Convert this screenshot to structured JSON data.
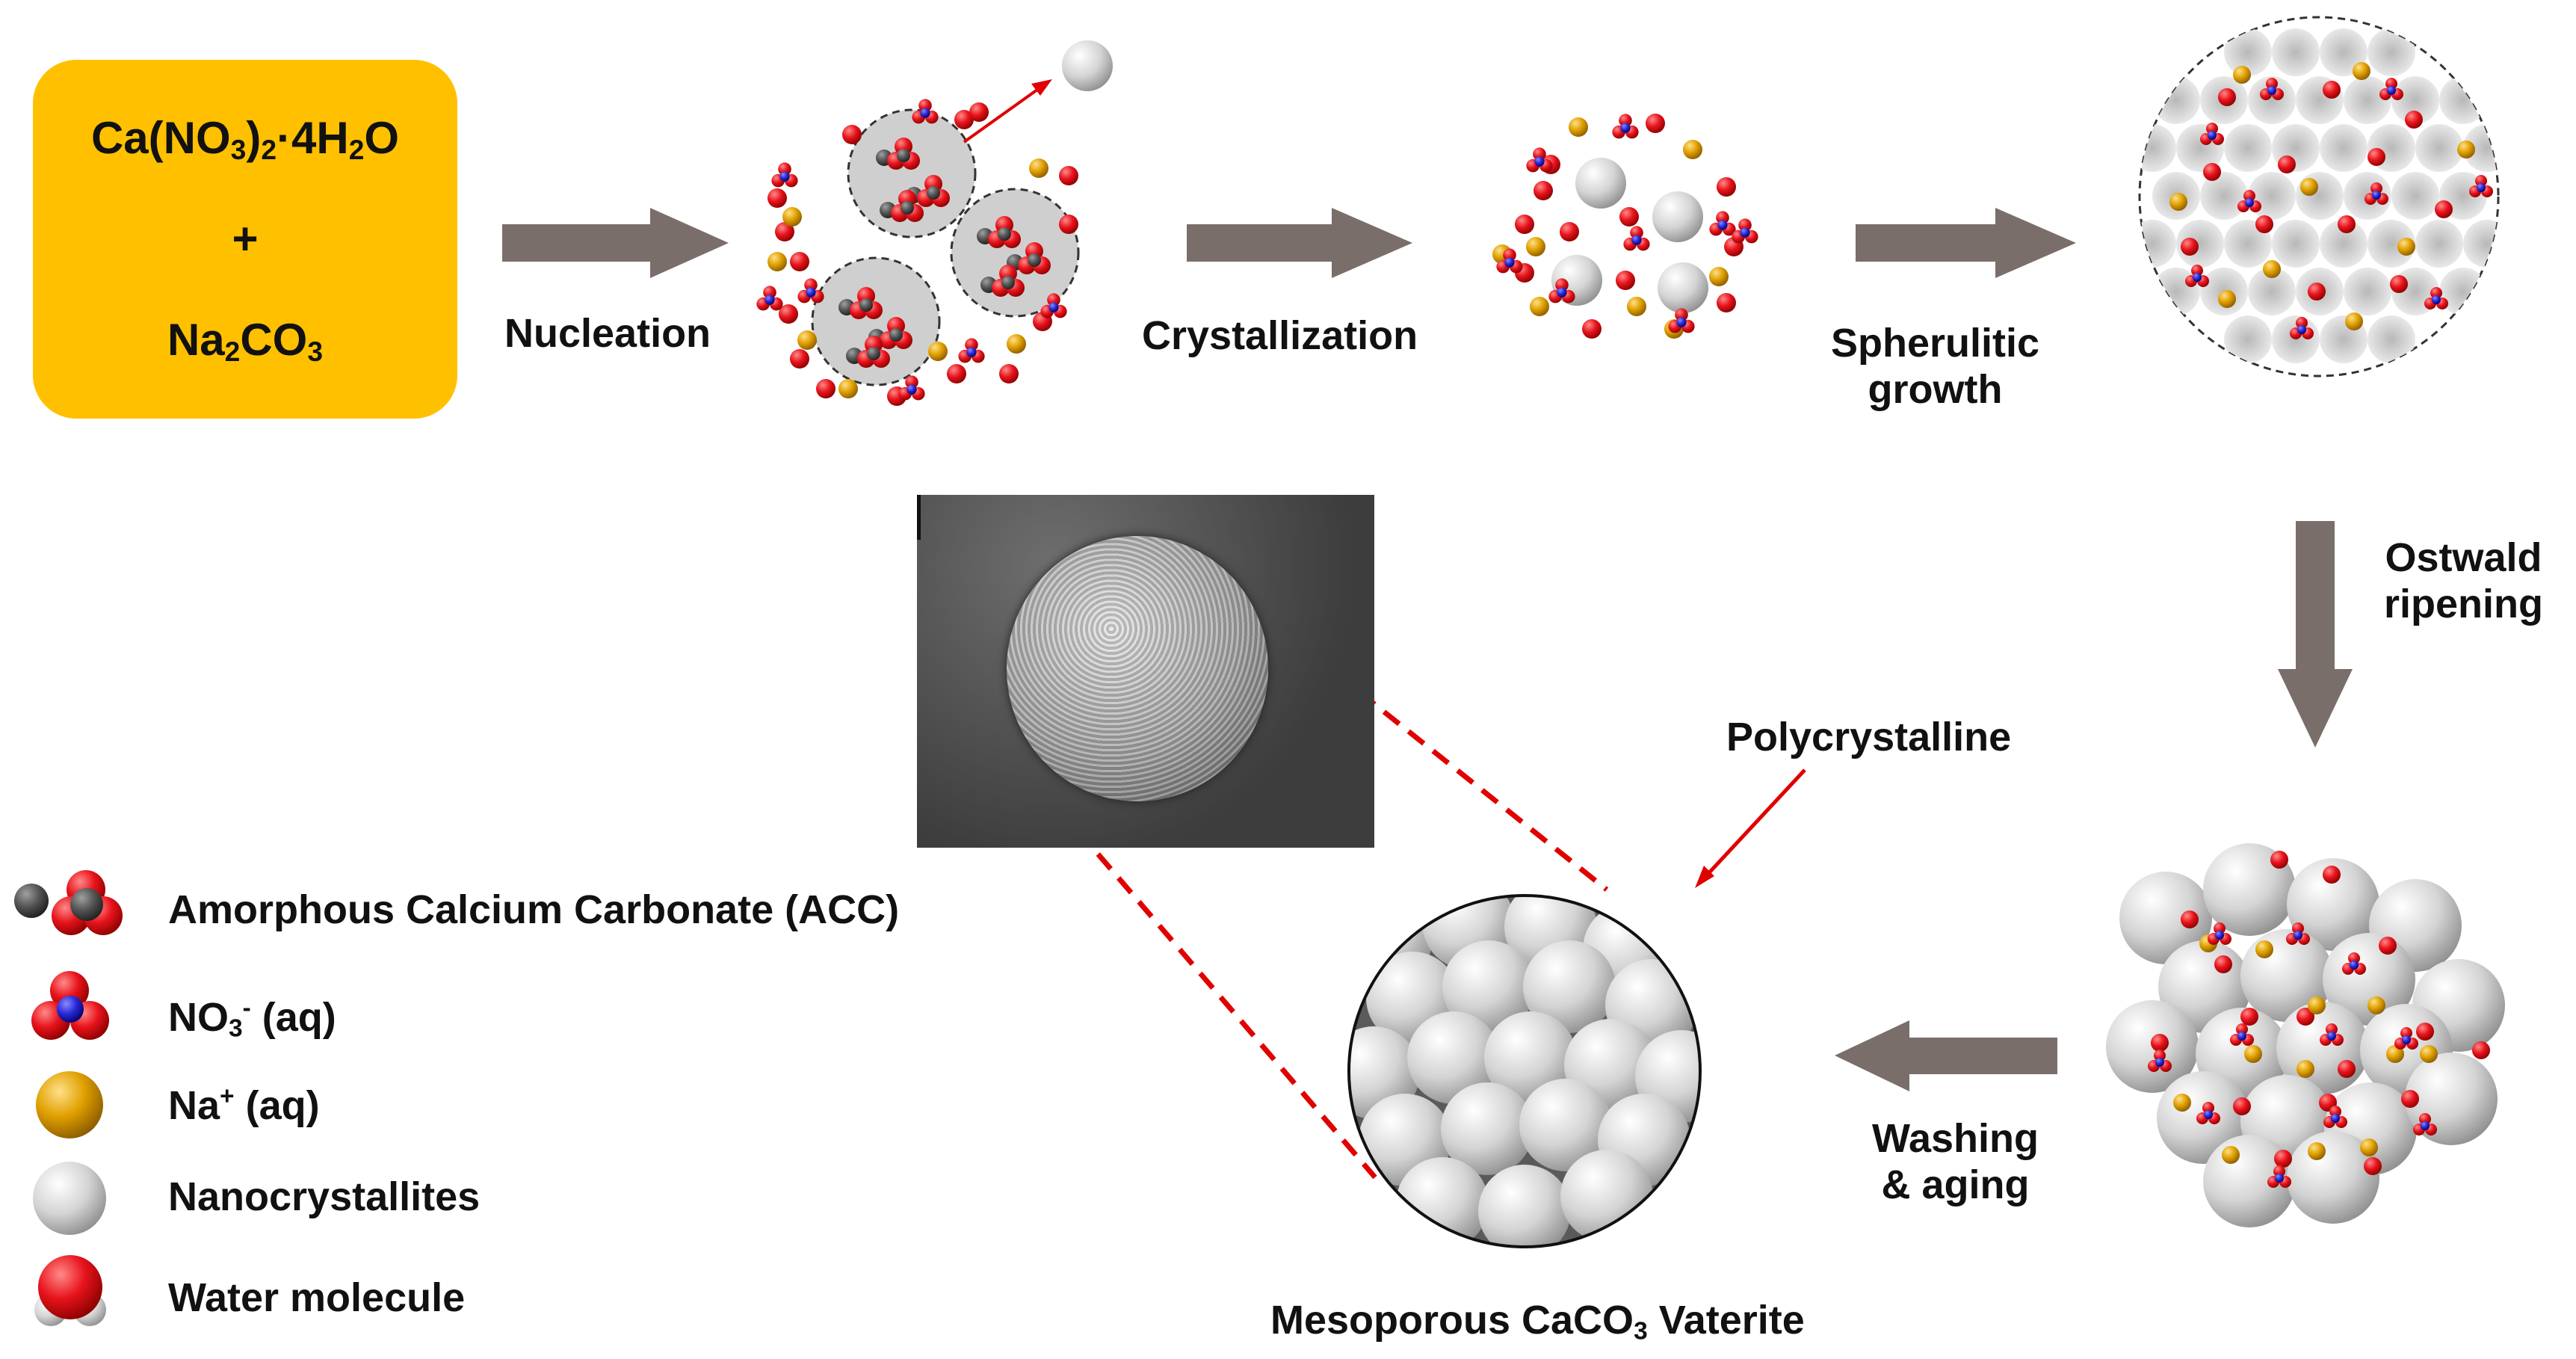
{
  "reactants": {
    "line1_main": "Ca(NO",
    "line1_sub1": "3",
    "line1_mid": ")",
    "line1_sub2": "2",
    "line1_rest": "·4H",
    "line1_sub3": "2",
    "line1_end": "O",
    "plus": "+",
    "line3_main": "Na",
    "line3_sub1": "2",
    "line3_mid": "CO",
    "line3_sub2": "3"
  },
  "steps": {
    "nucleation": "Nucleation",
    "crystallization": "Crystallization",
    "spherulitic_line1": "Spherulitic",
    "spherulitic_line2": "growth",
    "ostwald_line1": "Ostwald",
    "ostwald_line2": "ripening",
    "washing_line1": "Washing",
    "washing_line2": "& aging"
  },
  "annotations": {
    "polycrystalline": "Polycrystalline",
    "product_pre": "Mesoporous CaCO",
    "product_sub": "3",
    "product_post": " Vaterite"
  },
  "legend": {
    "acc": "Amorphous Calcium Carbonate (ACC)",
    "nitrate_main": "NO",
    "nitrate_sub": "3",
    "nitrate_sup": "-",
    "nitrate_rest": " (aq)",
    "sodium_main": "Na",
    "sodium_sup": "+",
    "sodium_rest": " (aq)",
    "nano": "Nanocrystallites",
    "water": "Water molecule"
  },
  "colors": {
    "reactant_box": "#ffc000",
    "arrow": "#7a6e6a",
    "oxygen": "#e8141c",
    "nitrogen": "#2a2ad8",
    "sodium": "#e0a000",
    "carbon": "#555555",
    "nanocrystal": "#d8d8d8",
    "callout": "#e00000"
  },
  "icons": {
    "acc": "acc-molecule-icon",
    "nitrate": "nitrate-ion-icon",
    "sodium": "sodium-ion-icon",
    "nano": "nanocrystallite-icon",
    "water": "water-molecule-icon"
  }
}
